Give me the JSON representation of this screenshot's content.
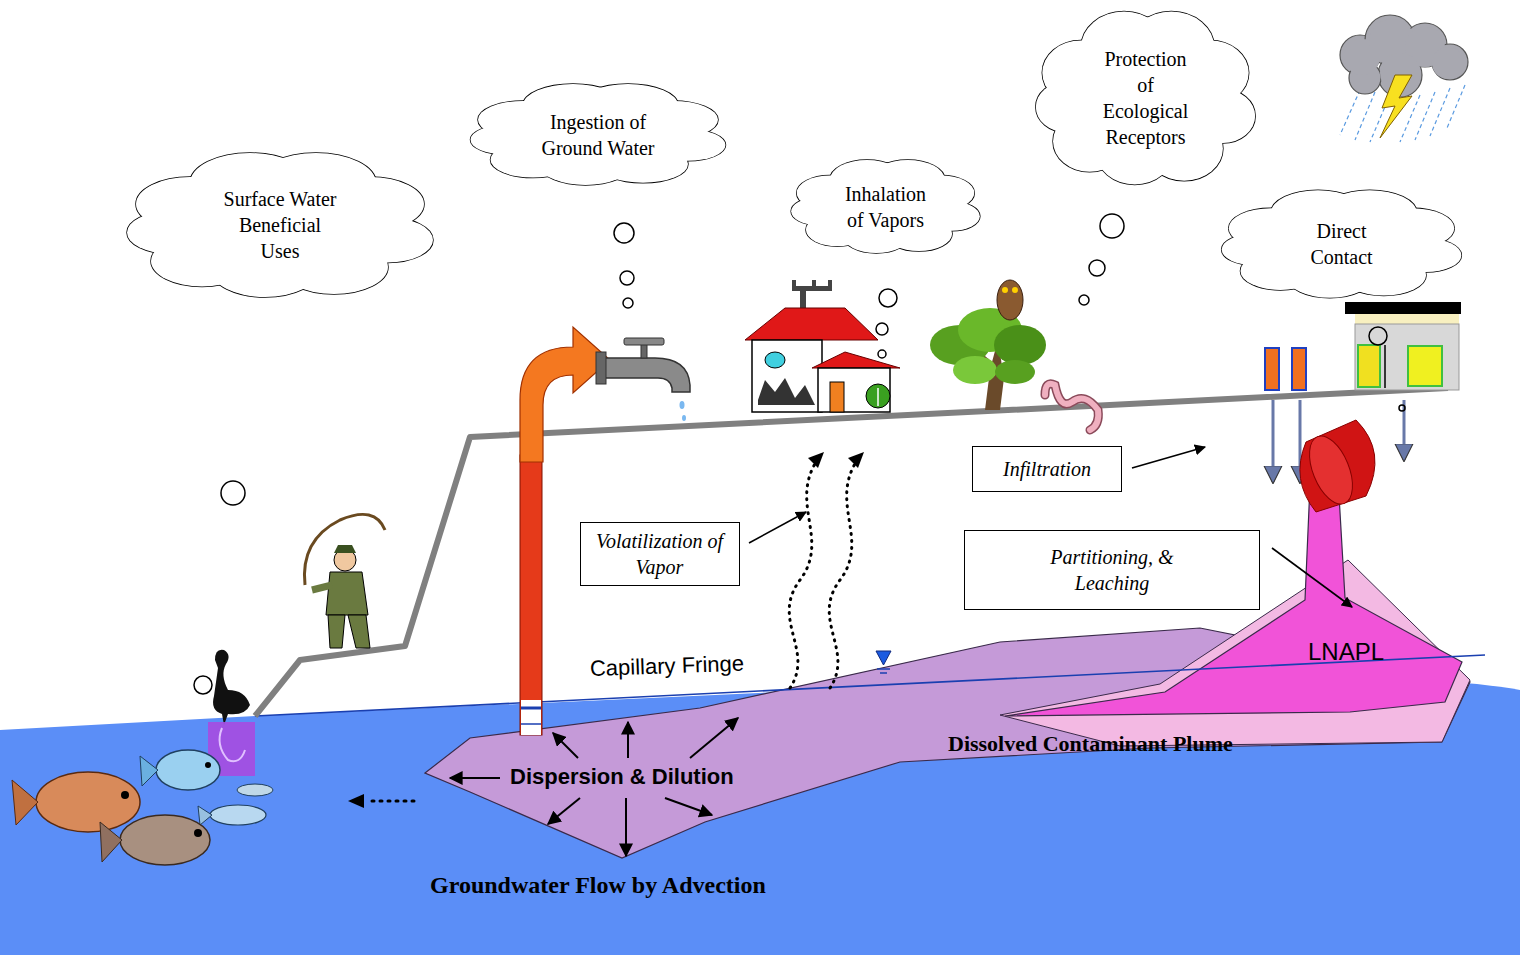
{
  "diagram": {
    "nodes": [
      {
        "text": [
          "Surface Water Beneficial Uses"
        ]
      },
      {
        "text": [
          "Ingestion of Ground Water"
        ]
      },
      {
        "text": [
          "Inhalation of Vapors"
        ]
      },
      {
        "text": [
          "Protection of Ecological Receptors"
        ]
      },
      {
        "text": [
          "Direct Contact"
        ]
      },
      {
        "text": [
          "Infiltration"
        ]
      },
      {
        "text": [
          "Volatilization of Vapor"
        ]
      },
      {
        "text": [
          "Partitioning, & Leaching"
        ]
      }
    ],
    "labels": [
      "Capillary Fringe",
      "Dispersion & Dilution",
      "Dissolved Contaminant Plume",
      "LNAPL",
      "Groundwater Flow by Advection"
    ]
  }
}
